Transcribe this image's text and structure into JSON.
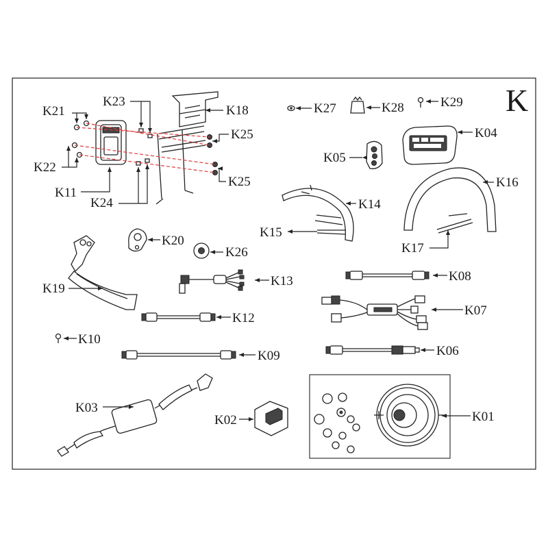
{
  "sheet_letter": "K",
  "parts": {
    "k01": "K01",
    "k02": "K02",
    "k03": "K03",
    "k04": "K04",
    "k05": "K05",
    "k06": "K06",
    "k07": "K07",
    "k08": "K08",
    "k09": "K09",
    "k10": "K10",
    "k11": "K11",
    "k12": "K12",
    "k13": "K13",
    "k14": "K14",
    "k15": "K15",
    "k16": "K16",
    "k17": "K17",
    "k18": "K18",
    "k19": "K19",
    "k20": "K20",
    "k21": "K21",
    "k22": "K22",
    "k23": "K23",
    "k24": "K24",
    "k25a": "K25",
    "k25b": "K25",
    "k26": "K26",
    "k27": "K27",
    "k28": "K28",
    "k29": "K29"
  }
}
